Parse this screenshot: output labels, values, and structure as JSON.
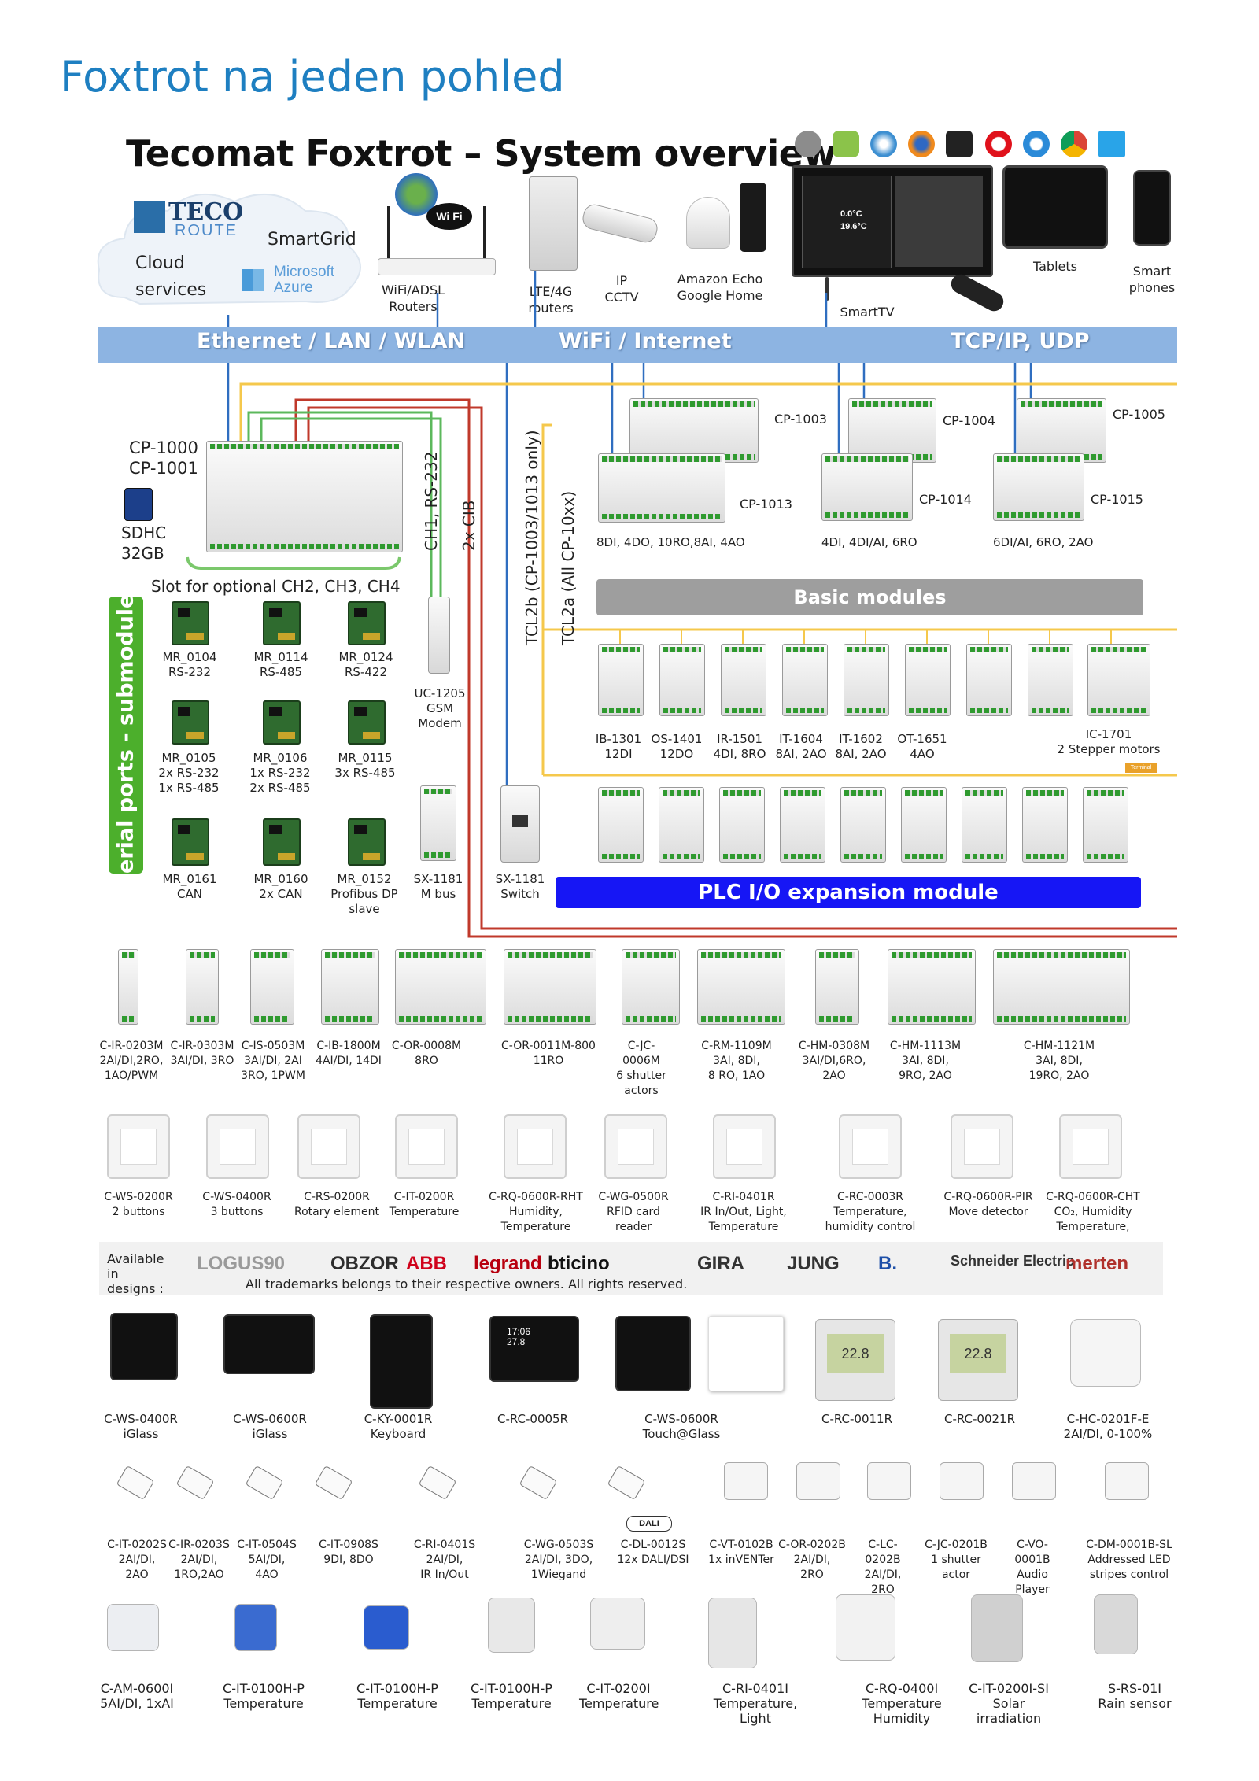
{
  "page_title": "Foxtrot na jeden pohled",
  "system_title": "Tecomat Foxtrot – System overview",
  "top": {
    "teco_logo": "TECO",
    "teco_route": "ROUTE",
    "cloud": "Cloud\nservices",
    "smartgrid": "SmartGrid",
    "azure": "Microsoft\nAzure",
    "wifi_badge": "Wi Fi",
    "wifi_router": "WiFi/ADSL\nRouters",
    "lte_router": "LTE/4G\nrouters",
    "ip_cctv": "IP\nCCTV",
    "echo": "Amazon Echo\nGoogle Home",
    "smarttv": "SmartTV",
    "tablets": "Tablets",
    "phones": "Smart\nphones",
    "tv_temp1": "0.0°C",
    "tv_temp2": "19.6°C",
    "browsers": [
      "apple-icon",
      "android-icon",
      "safari-icon",
      "firefox-icon",
      "blackberry-icon",
      "opera-icon",
      "ie-icon",
      "chrome-icon",
      "windows-icon"
    ]
  },
  "bus": {
    "ethernet": "Ethernet / LAN / WLAN",
    "wifi": "WiFi / Internet",
    "tcp": "TCP/IP, UDP"
  },
  "cpu": {
    "name": "CP-1000\nCP-1001",
    "sdhc": "SDHC\n32GB",
    "slot": "Slot for optional CH2, CH3, CH4",
    "ch1": "CH1, RS-232",
    "cib": "2x CIB",
    "tcl2b": "TCL2b  (CP-1003/1013 only)",
    "tcl2a": "TCL2a  (All CP-10xx)"
  },
  "cp_units": [
    {
      "name": "CP-1003",
      "desc": ""
    },
    {
      "name": "CP-1004",
      "desc": ""
    },
    {
      "name": "CP-1005",
      "desc": ""
    },
    {
      "name": "CP-1013",
      "desc": "8DI, 4DO, 10RO,8AI, 4AO"
    },
    {
      "name": "CP-1014",
      "desc": "4DI, 4DI/AI, 6RO"
    },
    {
      "name": "CP-1015",
      "desc": "6DI/AI, 6RO, 2AO"
    }
  ],
  "serial_bar": "Serial ports - submodules",
  "submodules": [
    {
      "name": "MR_0104",
      "desc": "RS-232"
    },
    {
      "name": "MR_0114",
      "desc": "RS-485"
    },
    {
      "name": "MR_0124",
      "desc": "RS-422"
    },
    {
      "name": "MR_0105",
      "desc": "2x RS-232\n1x RS-485"
    },
    {
      "name": "MR_0106",
      "desc": "1x RS-232\n2x RS-485"
    },
    {
      "name": "MR_0115",
      "desc": "3x RS-485"
    },
    {
      "name": "MR_0161",
      "desc": "CAN"
    },
    {
      "name": "MR_0160",
      "desc": "2x CAN"
    },
    {
      "name": "MR_0152",
      "desc": "Profibus DP\nslave"
    }
  ],
  "gsm": "UC-1205\nGSM\nModem",
  "mbus": "SX-1181\nM bus",
  "switch": "SX-1181\nSwitch",
  "basic_modules_bar": "Basic modules",
  "basic_modules": [
    {
      "name": "IB-1301",
      "desc": "12DI"
    },
    {
      "name": "OS-1401",
      "desc": "12DO"
    },
    {
      "name": "IR-1501",
      "desc": "4DI, 8RO"
    },
    {
      "name": "IT-1604",
      "desc": "8AI, 2AO"
    },
    {
      "name": "IT-1602",
      "desc": "8AI, 2AO"
    },
    {
      "name": "OT-1651",
      "desc": "4AO"
    }
  ],
  "stepper": "IC-1701\n2 Stepper motors",
  "terminal_tag": "Terminal",
  "plc_bar": "PLC I/O expansion module",
  "cib_modules": [
    {
      "name": "C-IR-0203M",
      "desc": "2AI/DI,2RO,\n1AO/PWM"
    },
    {
      "name": "C-IR-0303M",
      "desc": "3AI/DI, 3RO"
    },
    {
      "name": "C-IS-0503M",
      "desc": "3AI/DI, 2AI\n3RO, 1PWM"
    },
    {
      "name": "C-IB-1800M",
      "desc": "4AI/DI, 14DI"
    },
    {
      "name": "C-OR-0008M",
      "desc": "8RO"
    },
    {
      "name": "C-OR-0011M-800",
      "desc": "11RO"
    },
    {
      "name": "C-JC-0006M",
      "desc": "6 shutter\nactors"
    },
    {
      "name": "C-RM-1109M",
      "desc": "3AI, 8DI,\n8 RO, 1AO"
    },
    {
      "name": "C-HM-0308M",
      "desc": "3AI/DI,6RO,\n2AO"
    },
    {
      "name": "C-HM-1113M",
      "desc": "3AI, 8DI,\n9RO, 2AO"
    },
    {
      "name": "C-HM-1121M",
      "desc": "3AI, 8DI,\n19RO, 2AO"
    }
  ],
  "wall_units": [
    {
      "name": "C-WS-0200R",
      "desc": "2 buttons"
    },
    {
      "name": "C-WS-0400R",
      "desc": "3 buttons"
    },
    {
      "name": "C-RS-0200R",
      "desc": "Rotary element"
    },
    {
      "name": "C-IT-0200R",
      "desc": "Temperature"
    },
    {
      "name": "C-RQ-0600R-RHT",
      "desc": "Humidity,\nTemperature"
    },
    {
      "name": "C-WG-0500R",
      "desc": "RFID card\nreader"
    },
    {
      "name": "C-RI-0401R",
      "desc": "IR In/Out, Light,\nTemperature"
    },
    {
      "name": "C-RC-0003R",
      "desc": "Temperature,\nhumidity control"
    },
    {
      "name": "C-RQ-0600R-PIR",
      "desc": "Move detector"
    },
    {
      "name": "C-RQ-0600R-CHT",
      "desc": "CO₂, Humidity\nTemperature,"
    }
  ],
  "designs": {
    "label": "Available in\ndesigns :",
    "brands": [
      "LOGUS90",
      "OBZOR",
      "ABB",
      "legrand",
      "bticino",
      "GIRA",
      "JUNG",
      "B.",
      "Schneider Electric",
      "merten"
    ],
    "trademark": "All trademarks belongs to their respective owners. All rights reserved."
  },
  "glass_units": [
    {
      "name": "C-WS-0400R",
      "desc": "iGlass"
    },
    {
      "name": "C-WS-0600R",
      "desc": "iGlass"
    },
    {
      "name": "C-KY-0001R",
      "desc": "Keyboard"
    },
    {
      "name": "C-RC-0005R",
      "desc": ""
    },
    {
      "name": "C-WS-0600R",
      "desc": "Touch@Glass"
    },
    {
      "name": "C-RC-0011R",
      "desc": ""
    },
    {
      "name": "C-RC-0021R",
      "desc": ""
    },
    {
      "name": "C-HC-0201F-E",
      "desc": "2AI/DI, 0-100%"
    }
  ],
  "rc_display": "17:06\n27.8",
  "thermo_display": "22.8",
  "small_units": [
    {
      "name": "C-IT-0202S",
      "desc": "2AI/DI,\n2AO"
    },
    {
      "name": "C-IR-0203S",
      "desc": "2AI/DI,\n1RO,2AO"
    },
    {
      "name": "C-IT-0504S",
      "desc": "5AI/DI,\n4AO"
    },
    {
      "name": "C-IT-0908S",
      "desc": "9DI, 8DO"
    },
    {
      "name": "C-RI-0401S",
      "desc": "2AI/DI,\nIR In/Out"
    },
    {
      "name": "C-WG-0503S",
      "desc": "2AI/DI, 3DO,\n1Wiegand"
    },
    {
      "name": "C-DL-0012S",
      "desc": "12x DALI/DSI"
    },
    {
      "name": "C-VT-0102B",
      "desc": "1x inVENTer"
    },
    {
      "name": "C-OR-0202B",
      "desc": "2AI/DI,\n2RO"
    },
    {
      "name": "C-LC-0202B",
      "desc": "2AI/DI,\n2RO"
    },
    {
      "name": "C-JC-0201B",
      "desc": "1 shutter actor"
    },
    {
      "name": "C-VO-0001B",
      "desc": "Audio Player"
    },
    {
      "name": "C-DM-0001B-SL",
      "desc": "Addressed LED\nstripes control"
    }
  ],
  "dali_tag": "DALI",
  "sensors": [
    {
      "name": "C-AM-0600I",
      "desc": "5AI/DI, 1xAI"
    },
    {
      "name": "C-IT-0100H-P",
      "desc": "Temperature"
    },
    {
      "name": "C-IT-0100H-P",
      "desc": "Temperature"
    },
    {
      "name": "C-IT-0100H-P",
      "desc": "Temperature"
    },
    {
      "name": "C-IT-0200I",
      "desc": "Temperature"
    },
    {
      "name": "C-RI-0401I",
      "desc": "Temperature,\nLight"
    },
    {
      "name": "C-RQ-0400I",
      "desc": "Temperature\nHumidity"
    },
    {
      "name": "C-IT-0200I-SI",
      "desc": "Solar irradiation"
    },
    {
      "name": "S-RS-01I",
      "desc": "Rain sensor"
    }
  ],
  "colors": {
    "accent_blue": "#1e7fc1",
    "bus_blue": "#8db4e2",
    "cib_red": "#c0392b",
    "tcl_yellow": "#f5c84c",
    "serial_green": "#4caf2c",
    "plc_blue": "#1616f5",
    "basic_gray": "#9e9e9e"
  }
}
